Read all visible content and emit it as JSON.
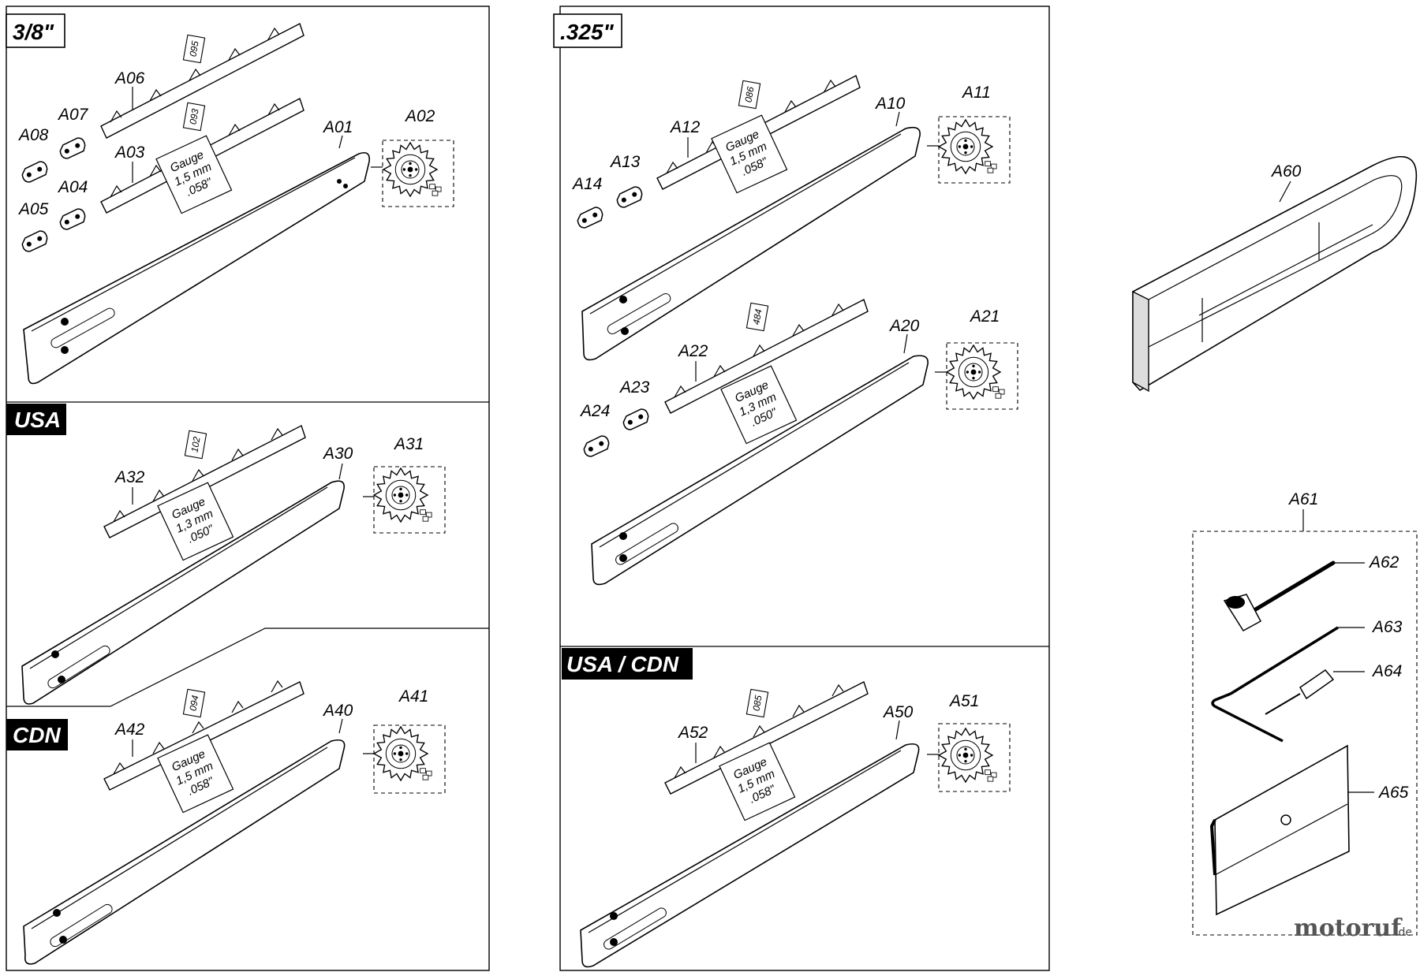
{
  "panels": {
    "pitch_3_8": "3/8\"",
    "pitch_325": ".325\"",
    "usa": "USA",
    "cdn": "CDN",
    "usa_cdn": "USA / CDN"
  },
  "gauges": {
    "g1": {
      "title": "Gauge",
      "mm": "1,5 mm",
      "inch": ".058\""
    },
    "g2": {
      "title": "Gauge",
      "mm": "1,5 mm",
      "inch": ".058\""
    },
    "g3": {
      "title": "Gauge",
      "mm": "1,3 mm",
      "inch": ".050\""
    },
    "g4": {
      "title": "Gauge",
      "mm": "1,5 mm",
      "inch": ".058\""
    },
    "g5": {
      "title": "Gauge",
      "mm": "1,3 mm",
      "inch": ".050\""
    },
    "g6": {
      "title": "Gauge",
      "mm": "1,5 mm",
      "inch": ".058\""
    }
  },
  "chain_codes": {
    "c_a06": "095",
    "c_a03": "093",
    "c_a32": "102",
    "c_a42": "094",
    "c_a12": "086",
    "c_a22": "484",
    "c_a52": "085"
  },
  "callouts": {
    "A01": "A01",
    "A02": "A02",
    "A03": "A03",
    "A04": "A04",
    "A05": "A05",
    "A06": "A06",
    "A07": "A07",
    "A08": "A08",
    "A10": "A10",
    "A11": "A11",
    "A12": "A12",
    "A13": "A13",
    "A14": "A14",
    "A20": "A20",
    "A21": "A21",
    "A22": "A22",
    "A23": "A23",
    "A24": "A24",
    "A30": "A30",
    "A31": "A31",
    "A32": "A32",
    "A40": "A40",
    "A41": "A41",
    "A42": "A42",
    "A50": "A50",
    "A51": "A51",
    "A52": "A52",
    "A60": "A60",
    "A61": "A61",
    "A62": "A62",
    "A63": "A63",
    "A64": "A64",
    "A65": "A65"
  },
  "watermark": {
    "brand": "motoruf",
    "domain": ".de"
  }
}
